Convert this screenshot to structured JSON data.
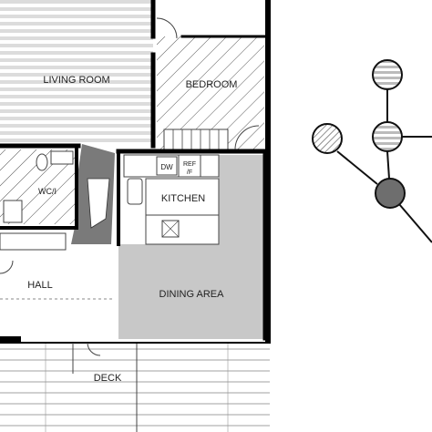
{
  "rooms": {
    "living_room": "LIVING ROOM",
    "bedroom": "BEDROOM",
    "kitchen": "KITCHEN",
    "hall": "HALL",
    "dining_area": "DINING AREA",
    "deck": "DECK",
    "wc": "WC/I",
    "dw": "DW",
    "ref_line1": "REF",
    "ref_line2": "/F"
  },
  "colors": {
    "dining_fill": "#c8c8c8",
    "dark_fill": "#7a7a7a",
    "stripe_fill": "#dcdcdc",
    "node_dark": "#6e6e6e"
  },
  "graph_nodes": [
    {
      "id": "top",
      "pattern": "stripes-horizontal"
    },
    {
      "id": "left",
      "pattern": "hatch-diagonal"
    },
    {
      "id": "middle",
      "pattern": "stripes-horizontal"
    },
    {
      "id": "bottom",
      "pattern": "solid-dark"
    }
  ]
}
